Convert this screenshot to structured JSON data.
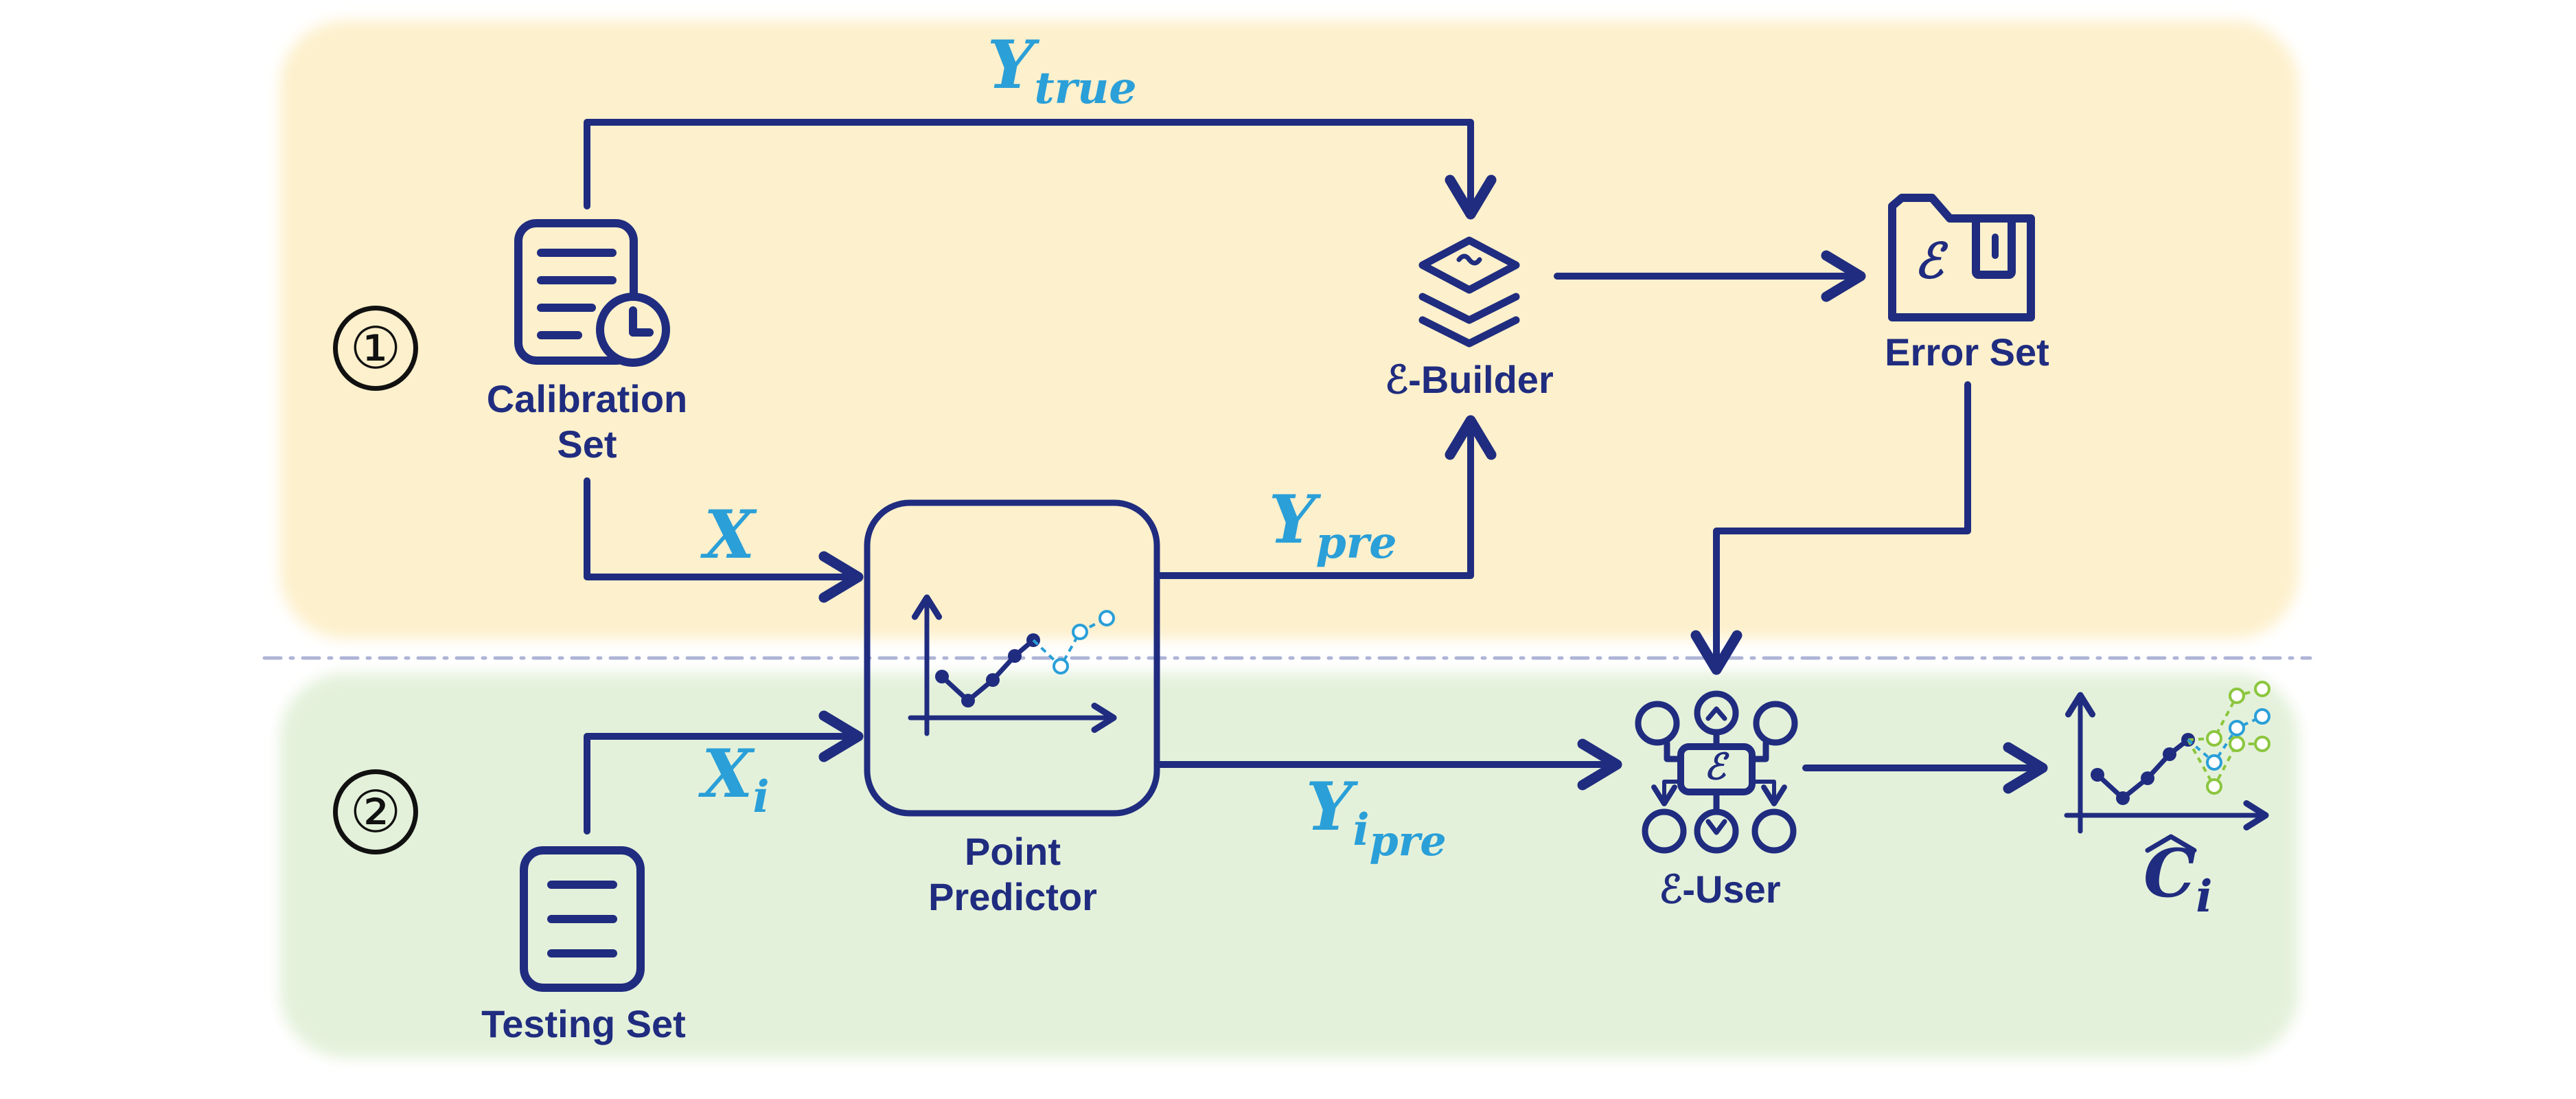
{
  "stages": {
    "calibration_number": "①",
    "inference_number": "②"
  },
  "nodes": {
    "calibration_set": {
      "line1": "Calibration",
      "line2": "Set"
    },
    "testing_set": "Testing Set",
    "point_predictor": {
      "line1": "Point",
      "line2": "Predictor"
    },
    "epsilon_builder": "ℰ-Builder",
    "error_set": "Error Set",
    "error_set_glyph": "ℰ",
    "epsilon_user": "ℰ-User",
    "epsilon_user_glyph": "ℰ"
  },
  "edge_labels": {
    "y_true": {
      "base": "Y",
      "sub": "true"
    },
    "x": {
      "base": "X"
    },
    "y_pre": {
      "base": "Y",
      "sub": "pre"
    },
    "x_i": {
      "base": "X",
      "sub": "i"
    },
    "y_i_pre": {
      "base": "Y",
      "sub": "i",
      "subsub": "pre"
    },
    "c_i": {
      "base": "C",
      "sub": "i"
    }
  },
  "colors": {
    "navy": "#1f2c7f",
    "math_blue": "#2a9fd8",
    "calibration_bg": "#fdf0cc",
    "inference_bg": "#e4f1da",
    "interval_green": "#8cc63f",
    "divider": "#aeb4d6"
  },
  "icons": {
    "calibration_set": "document-clock-icon",
    "testing_set": "document-icon",
    "point_predictor": "line-chart-icon",
    "epsilon_builder": "layers-stack-icon",
    "error_set": "folder-icon",
    "epsilon_user": "hub-network-icon",
    "output": "prediction-interval-chart-icon"
  }
}
